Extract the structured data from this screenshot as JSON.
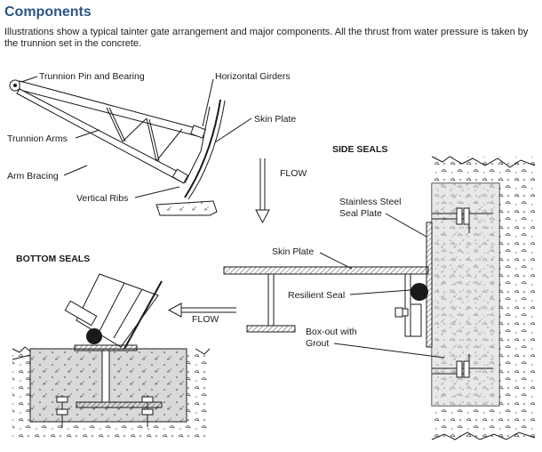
{
  "header": {
    "title": "Components",
    "intro": "Illustrations show a typical tainter gate arrangement and major components. All the thrust from water pressure is taken by the trunnion set in the concrete."
  },
  "tainter_gate": {
    "labels": {
      "trunnion_pin": "Trunnion Pin and Bearing",
      "horizontal_girders": "Horizontal Girders",
      "skin_plate": "Skin Plate",
      "trunnion_arms": "Trunnion Arms",
      "arm_bracing": "Arm Bracing",
      "vertical_ribs": "Vertical Ribs"
    },
    "flow_label": "FLOW"
  },
  "side_seals": {
    "title": "SIDE SEALS",
    "labels": {
      "seal_plate": "Stainless Steel Seal Plate",
      "seal_plate_line1": "Stainless Steel",
      "seal_plate_line2": "Seal Plate",
      "skin_plate": "Skin Plate",
      "resilient_seal": "Resilient Seal",
      "boxout": "Box-out with Grout",
      "boxout_line1": "Box-out with",
      "boxout_line2": "Grout"
    }
  },
  "bottom_seals": {
    "title": "BOTTOM SEALS",
    "flow_label": "FLOW"
  },
  "colors": {
    "heading": "#2a5587",
    "concrete": "#d9d9d9",
    "line": "#1a1a1a"
  }
}
